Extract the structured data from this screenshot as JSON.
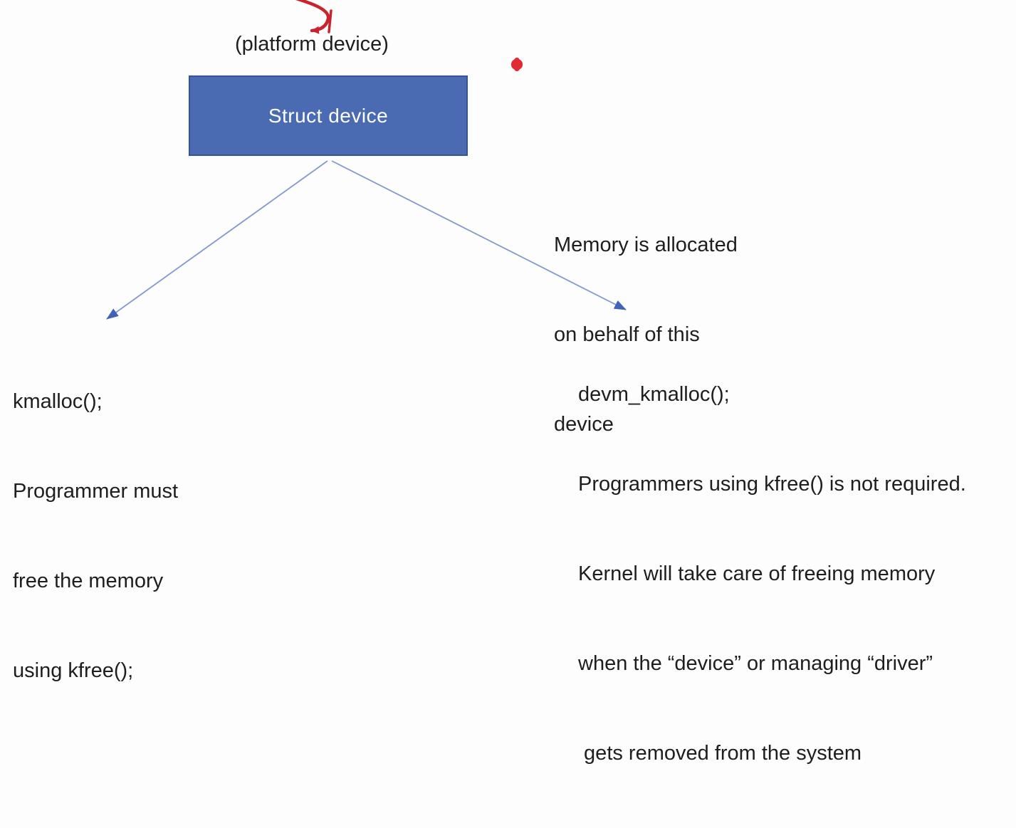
{
  "colors": {
    "background": "#fdfdfd",
    "text": "#1e1e1e",
    "box_fill": "#4a6ab1",
    "box_border": "#36539e",
    "box_text": "#ffffff",
    "connector_line": "#8299cd",
    "connector_head": "#3f63b8",
    "annotation_red": "#c9232b",
    "dot_red": "#e12b33"
  },
  "diagram": {
    "platform_label": "(platform device)",
    "box_label": "Struct device",
    "memory_note": {
      "lines": [
        "Memory is allocated",
        "on behalf of this",
        "device"
      ]
    },
    "kmalloc_note": {
      "lines": [
        "kmalloc();",
        "Programmer must",
        "free the memory",
        "using kfree();"
      ]
    },
    "devm_note": {
      "lines": [
        "devm_kmalloc();",
        "Programmers using kfree() is not required.",
        "Kernel will take care of freeing memory",
        "when the “device” or managing “driver”",
        " gets removed from the system"
      ]
    }
  }
}
